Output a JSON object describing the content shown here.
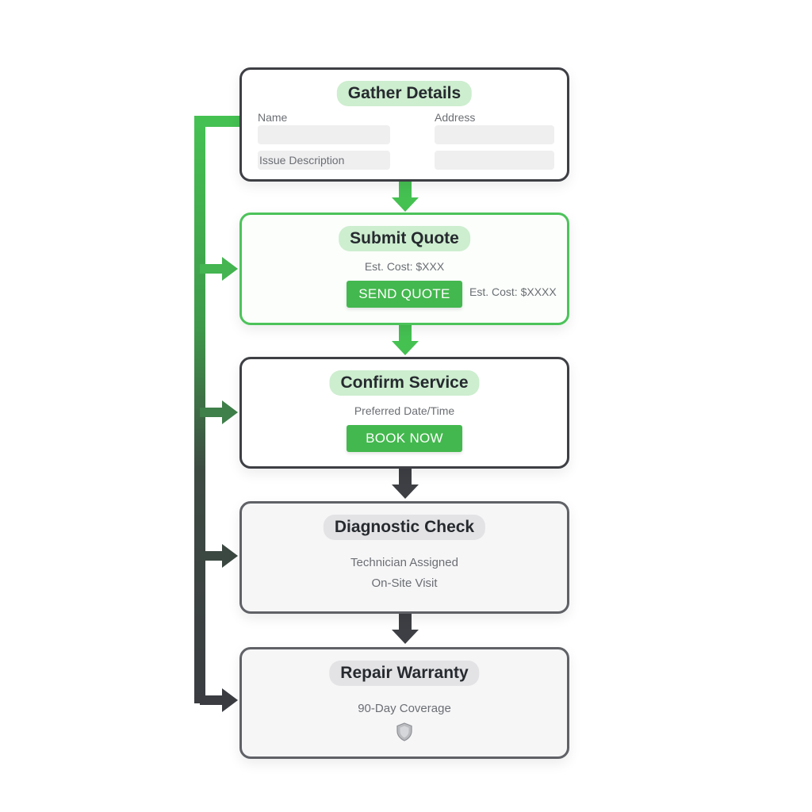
{
  "steps": [
    {
      "title": "Gather Details",
      "fields": {
        "name_label": "Name",
        "address_label": "Address",
        "issue_placeholder": "Issue Description"
      }
    },
    {
      "title": "Submit Quote",
      "estimate": "Est. Cost: $XXX",
      "button_label": "SEND QUOTE",
      "side_note": "Est. Cost: $XXXX"
    },
    {
      "title": "Confirm Service",
      "subtitle": "Preferred Date/Time",
      "button_label": "BOOK NOW"
    },
    {
      "title": "Diagnostic Check",
      "lines": [
        "Technician Assigned",
        "On-Site Visit"
      ]
    },
    {
      "title": "Repair Warranty",
      "subtitle": "90-Day Coverage",
      "icon": "shield-icon"
    }
  ],
  "colors": {
    "green": "#43b84e",
    "green_light": "#cdeecf",
    "dark": "#3d3f44",
    "muted_pill": "#e3e3e5"
  }
}
